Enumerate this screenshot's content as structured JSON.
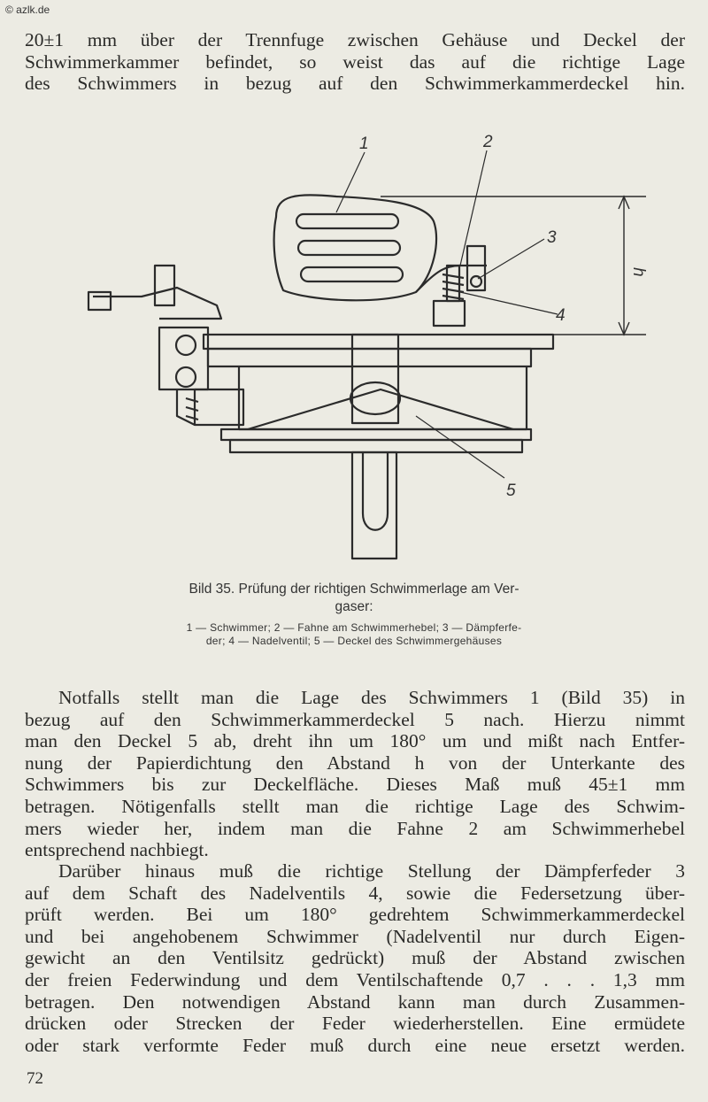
{
  "watermark": "© azlk.de",
  "paragraph1": [
    "20±1 mm über der Trennfuge zwischen Gehäuse und Deckel der",
    "Schwimmerkammer befindet, so weist das auf die richtige Lage",
    "des Schwimmers in bezug auf den Schwimmerkammerdeckel hin."
  ],
  "figure": {
    "labels": [
      "1",
      "2",
      "3",
      "4",
      "5",
      "h"
    ],
    "caption_title_lines": [
      "Bild 35. Prüfung der richtigen Schwimmerlage am Ver-",
      "gaser:"
    ],
    "caption_legend_lines": [
      "1 — Schwimmer; 2 — Fahne am Schwimmerhebel; 3 — Dämpferfe-",
      "der; 4 — Nadelventil; 5 — Deckel des Schwimmergehäuses"
    ]
  },
  "paragraph2": [
    "Notfalls stellt man die Lage des Schwimmers 1 (Bild 35) in",
    "bezug auf den Schwimmerkammerdeckel 5 nach. Hierzu nimmt",
    "man den Deckel 5 ab, dreht ihn um 180° um und mißt nach Entfer-",
    "nung der Papierdichtung den Abstand h von der Unterkante des",
    "Schwimmers bis zur Deckelfläche. Dieses Maß muß 45±1 mm",
    "betragen. Nötigenfalls stellt man die richtige Lage des Schwim-",
    "mers wieder her, indem man die Fahne 2 am Schwimmerhebel",
    "entsprechend nachbiegt."
  ],
  "paragraph3": [
    "Darüber hinaus muß die richtige Stellung der Dämpferfeder 3",
    "auf dem Schaft des Nadelventils 4, sowie die Federsetzung über-",
    "prüft werden. Bei um 180° gedrehtem Schwimmerkammerdeckel",
    "und bei angehobenem Schwimmer (Nadelventil nur durch Eigen-",
    "gewicht an den Ventilsitz gedrückt) muß der Abstand zwischen",
    "der freien Federwindung und dem Ventilschaftende 0,7 . . . 1,3 mm",
    "betragen. Den notwendigen Abstand kann man durch Zusammen-",
    "drücken oder Strecken der Feder wiederherstellen. Eine ermüdete",
    "oder stark verformte Feder muß durch eine neue ersetzt werden."
  ],
  "page_number": "72"
}
